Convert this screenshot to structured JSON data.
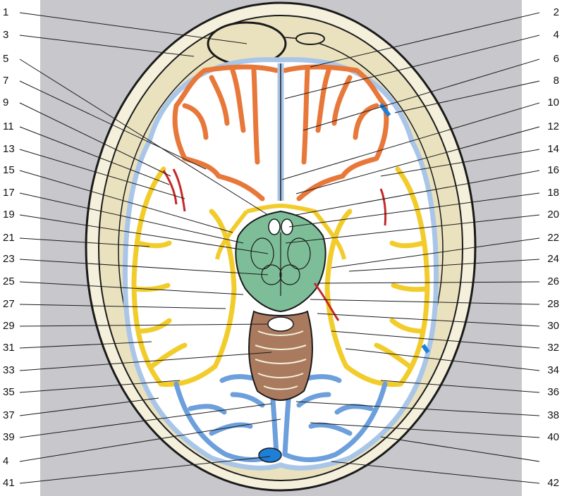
{
  "figure": {
    "colors": {
      "panel": "#c8c8cc",
      "bone": "#eae2bf",
      "scalp": "#f4f0dc",
      "outline": "#1a1a1a",
      "frontal_cortex": "#e8773a",
      "temporal_cortex": "#f2cc2a",
      "occipital_cortex": "#6c9fdb",
      "csf_space": "#a9c6e8",
      "midbrain": "#7dbe98",
      "cerebellum": "#a97a5e",
      "vessel": "#c62828",
      "sinus": "#1e7fd6"
    },
    "labels_left": [
      "1",
      "3",
      "5",
      "7",
      "9",
      "11",
      "13",
      "15",
      "17",
      "19",
      "21",
      "23",
      "25",
      "27",
      "29",
      "31",
      "33",
      "35",
      "37",
      "39",
      "4",
      "41"
    ],
    "labels_right": [
      "2",
      "4",
      "6",
      "8",
      "10",
      "12",
      "14",
      "16",
      "18",
      "20",
      "22",
      "24",
      "26",
      "28",
      "30",
      "32",
      "34",
      "36",
      "38",
      "40",
      "42"
    ]
  }
}
